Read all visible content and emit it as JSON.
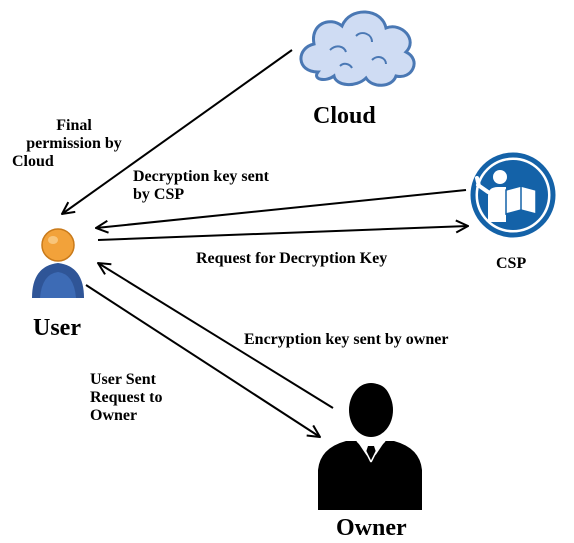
{
  "nodes": {
    "cloud": {
      "label": "Cloud",
      "icon": "cloud-icon"
    },
    "csp": {
      "label": "CSP",
      "icon": "csp-reader-icon",
      "color": "#1462a8"
    },
    "user": {
      "label": "User",
      "icon": "user-icon",
      "head_color": "#f2a23a",
      "body_color": "#2f5597"
    },
    "owner": {
      "label": "Owner",
      "icon": "owner-businessman-icon"
    }
  },
  "edges": {
    "final_permission": {
      "lines": [
        "Final",
        "permission by",
        "Cloud"
      ]
    },
    "decryption_key_sent": {
      "lines": [
        "Decryption key sent",
        "by CSP"
      ]
    },
    "request_decryption_key": {
      "label": "Request for Decryption Key"
    },
    "encryption_key_sent": {
      "label": "Encryption key sent by owner"
    },
    "user_sent_request": {
      "lines": [
        "User Sent",
        "Request to",
        "Owner"
      ]
    }
  },
  "colors": {
    "cloud_fill": "#cfdcf3",
    "cloud_stroke": "#4a78b4"
  }
}
